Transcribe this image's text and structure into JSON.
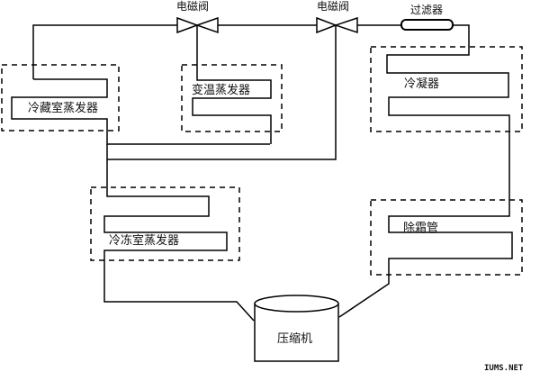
{
  "diagram": {
    "title": "refrigerator refrigeration cycle schematic",
    "components": {
      "solenoid_valve_1": "电磁阀",
      "solenoid_valve_2": "电磁阀",
      "filter": "过滤器",
      "fridge_evaporator": "冷藏室蒸发器",
      "variable_evaporator": "变温蒸发器",
      "condenser": "冷凝器",
      "freezer_evaporator": "冷冻室蒸发器",
      "defrost_pipe": "除霜管",
      "compressor": "压缩机"
    },
    "watermark": "IUMS.NET"
  }
}
